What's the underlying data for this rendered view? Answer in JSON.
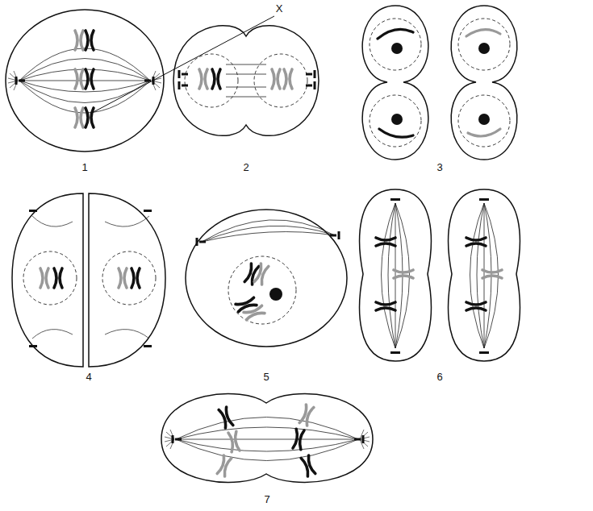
{
  "diagram": {
    "labels": [
      "X",
      "1",
      "2",
      "3",
      "4",
      "5",
      "6",
      "7"
    ]
  }
}
